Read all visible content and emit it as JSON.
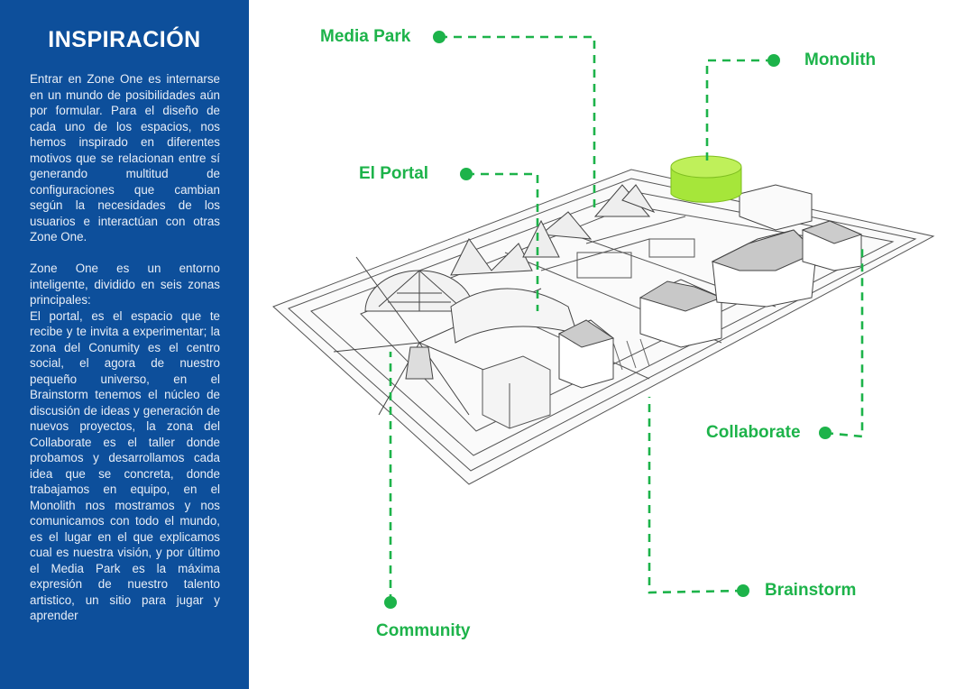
{
  "sidebar": {
    "title": "INSPIRACIÓN",
    "paragraphs": [
      "Entrar en Zone One es internarse en un mundo de posibilidades aún por formular. Para el diseño de cada uno de los espacios, nos hemos inspirado en diferentes motivos que se relacionan entre sí generando multitud de configuraciones que cambian según la necesidades de los usuarios e interactúan con otras Zone One.",
      "Zone One es un entorno inteligente, dividido en seis zonas principales:",
      "El portal, es el espacio que te recibe y te invita a experimentar; la zona del Conumity es el centro social, el agora de nuestro pequeño universo, en el Brainstorm tenemos el núcleo de discusión de ideas y generación de nuevos proyectos, la zona del Collaborate es el taller donde probamos y desarrollamos cada idea que se concreta, donde trabajamos en equipo, en el Monolith nos mostramos y nos comunicamos con todo el mundo, es el lugar en el que explicamos cual es nuestra visión, y por último el Media Park es la máxima expresión de nuestro talento artistico, un sitio para jugar y aprender"
    ]
  },
  "zones": {
    "media_park": "Media Park",
    "monolith": "Monolith",
    "el_portal": "El Portal",
    "collaborate": "Collaborate",
    "brainstorm": "Brainstorm",
    "community": "Community"
  },
  "colors": {
    "panel": "#0d4f9b",
    "accent": "#1db34a",
    "monolith": "#a6e63a"
  }
}
